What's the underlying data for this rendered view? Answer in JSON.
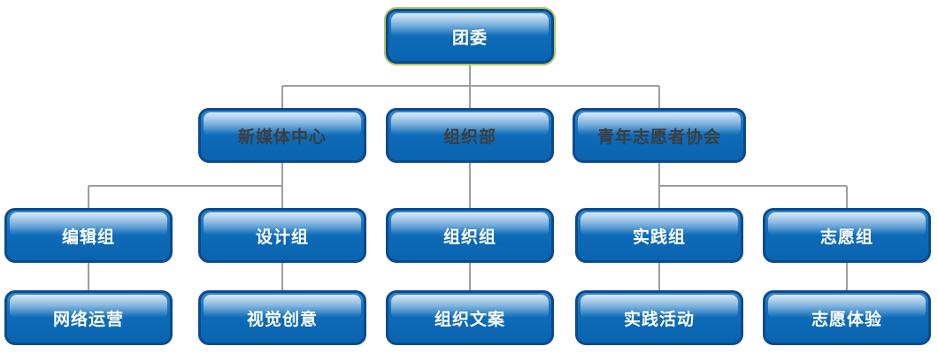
{
  "diagram": {
    "type": "org-chart",
    "levels": 4,
    "colors": {
      "node_fill": "#0a68b6",
      "node_fill_top": "#3488cb",
      "node_border": "#0c4a8f",
      "node_gloss": "#dfeefa",
      "connector": "#9e9e9e",
      "root_selection_outline": "#b1c75e",
      "text_light": "#ffffff",
      "text_dark": "#3d3d3d"
    }
  },
  "nodes": [
    {
      "id": "tuanwei",
      "label": "团委",
      "level": 1,
      "parent": null
    },
    {
      "id": "xinmeiti",
      "label": "新媒体中心",
      "level": 2,
      "parent": "tuanwei"
    },
    {
      "id": "zuzhibu",
      "label": "组织部",
      "level": 2,
      "parent": "tuanwei"
    },
    {
      "id": "qingzhixie",
      "label": "青年志愿者协会",
      "level": 2,
      "parent": "tuanwei"
    },
    {
      "id": "bianjizu",
      "label": "编辑组",
      "level": 3,
      "parent": "xinmeiti"
    },
    {
      "id": "shejizu",
      "label": "设计组",
      "level": 3,
      "parent": "xinmeiti"
    },
    {
      "id": "zuzhizu",
      "label": "组织组",
      "level": 3,
      "parent": "zuzhibu"
    },
    {
      "id": "shijianzu",
      "label": "实践组",
      "level": 3,
      "parent": "qingzhixie"
    },
    {
      "id": "zhiyuanzu",
      "label": "志愿组",
      "level": 3,
      "parent": "qingzhixie"
    },
    {
      "id": "wangluoyunying",
      "label": "网络运营",
      "level": 4,
      "parent": "bianjizu"
    },
    {
      "id": "shijuechuangyi",
      "label": "视觉创意",
      "level": 4,
      "parent": "shejizu"
    },
    {
      "id": "zuzhiwenan",
      "label": "组织文案",
      "level": 4,
      "parent": "zuzhizu"
    },
    {
      "id": "shijianhuodong",
      "label": "实践活动",
      "level": 4,
      "parent": "shijianzu"
    },
    {
      "id": "zhiyuantiyan",
      "label": "志愿体验",
      "level": 4,
      "parent": "zhiyuanzu"
    }
  ]
}
